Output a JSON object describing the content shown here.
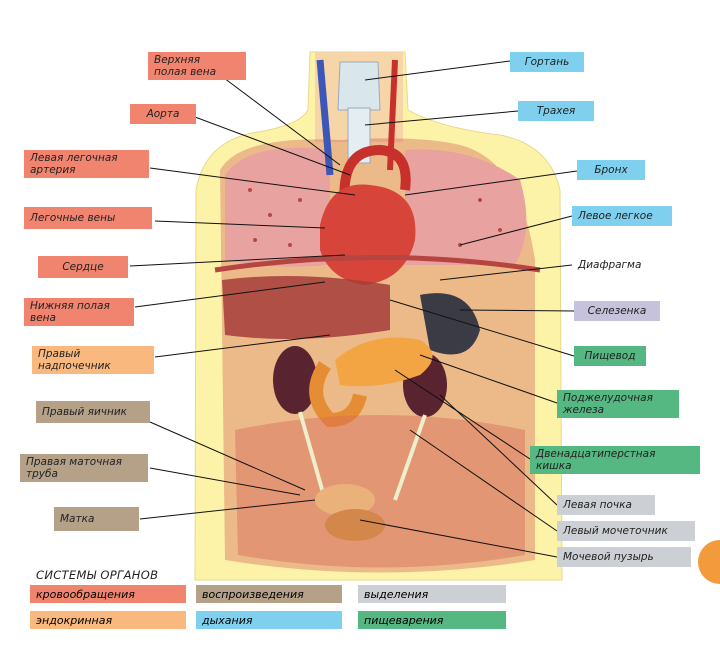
{
  "labels_left": [
    {
      "key": "superior-vena-cava",
      "text": "Верхняя\nполая вена",
      "system": "circulatory"
    },
    {
      "key": "aorta",
      "text": "Аорта",
      "system": "circulatory"
    },
    {
      "key": "left-pulmonary-artery",
      "text": "Левая легочная\nартерия",
      "system": "circulatory"
    },
    {
      "key": "pulmonary-veins",
      "text": "Легочные вены",
      "system": "circulatory"
    },
    {
      "key": "heart",
      "text": "Сердце",
      "system": "circulatory"
    },
    {
      "key": "inferior-vena-cava",
      "text": "Нижняя полая\nвена",
      "system": "circulatory"
    },
    {
      "key": "right-adrenal",
      "text": "Правый\nнадпочечник",
      "system": "endocrine"
    },
    {
      "key": "right-ovary",
      "text": "Правый яичник",
      "system": "reproductive"
    },
    {
      "key": "right-fallopian-tube",
      "text": "Правая маточная\nтруба",
      "system": "reproductive"
    },
    {
      "key": "uterus",
      "text": "Матка",
      "system": "reproductive"
    }
  ],
  "labels_right": [
    {
      "key": "larynx",
      "text": "Гортань",
      "system": "respiratory"
    },
    {
      "key": "trachea",
      "text": "Трахея",
      "system": "respiratory"
    },
    {
      "key": "bronchus",
      "text": "Бронх",
      "system": "respiratory"
    },
    {
      "key": "left-lung",
      "text": "Левое легкое",
      "system": "respiratory"
    },
    {
      "key": "diaphragm",
      "text": "Диафрагма",
      "system": "none"
    },
    {
      "key": "spleen",
      "text": "Селезенка",
      "system": "other"
    },
    {
      "key": "esophagus",
      "text": "Пищевод",
      "system": "digestive"
    },
    {
      "key": "pancreas",
      "text": "Поджелудочная\nжелеза",
      "system": "digestive"
    },
    {
      "key": "duodenum",
      "text": "Двенадцатиперстная\nкишка",
      "system": "digestive"
    },
    {
      "key": "left-kidney",
      "text": "Левая почка",
      "system": "excretory"
    },
    {
      "key": "left-ureter",
      "text": "Левый мочеточник",
      "system": "excretory"
    },
    {
      "key": "bladder",
      "text": "Мочевой пузырь",
      "system": "excretory"
    }
  ],
  "legend": {
    "title": "СИСТЕМЫ ОРГАНОВ",
    "items": [
      {
        "key": "circulatory",
        "text": "кровообращения",
        "color": "#f0846f"
      },
      {
        "key": "reproductive",
        "text": "воспроизведения",
        "color": "#b4a188"
      },
      {
        "key": "excretory",
        "text": "выделения",
        "color": "#cccfd3"
      },
      {
        "key": "endocrine",
        "text": "эндокринная",
        "color": "#f9b97e"
      },
      {
        "key": "respiratory",
        "text": "дыхания",
        "color": "#7fd0ef"
      },
      {
        "key": "digestive",
        "text": "пищеварения",
        "color": "#55b781"
      }
    ]
  },
  "colors": {
    "circulatory": "#f0846f",
    "endocrine": "#f9b97e",
    "respiratory": "#7fd0ef",
    "digestive": "#55b781",
    "excretory": "#cccfd3",
    "reproductive": "#b4a188",
    "other": "#c6c2dc",
    "body": "#fdf3a8",
    "accent_edge": "#f39a3c"
  }
}
